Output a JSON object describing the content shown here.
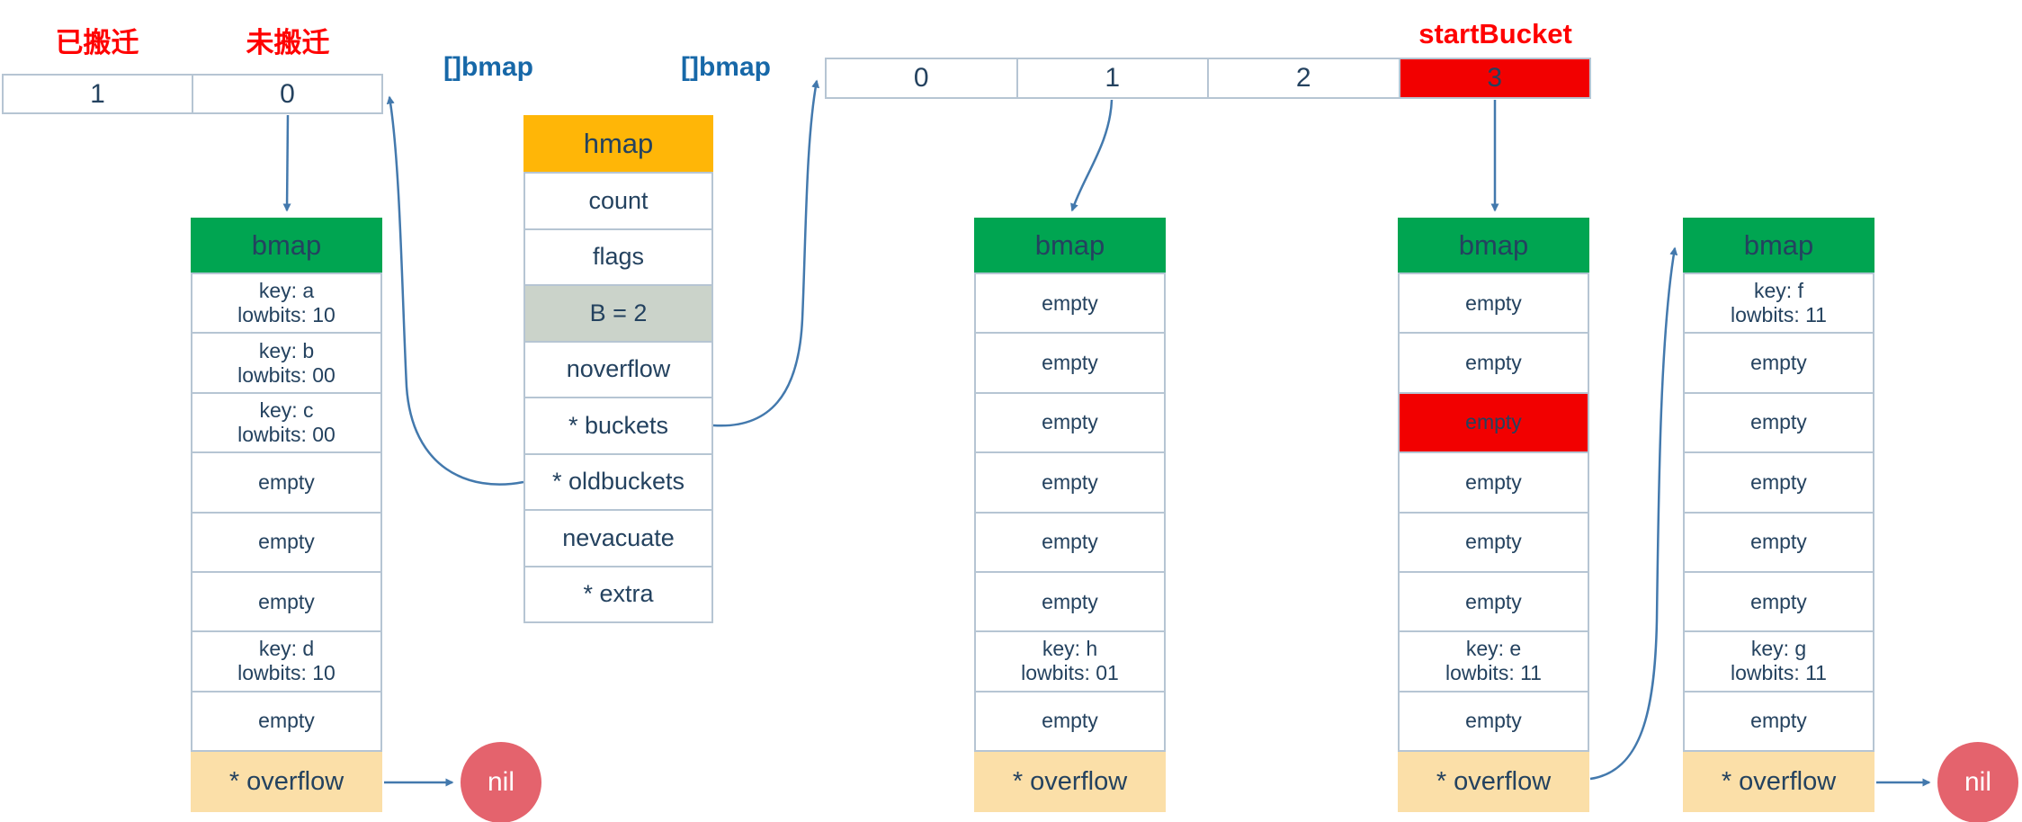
{
  "colors": {
    "ink": "#24425F",
    "line": "#B6C5D3",
    "green": "#00A551",
    "orange": "#FFB607",
    "red": "#FF0000",
    "red_cell": "#F20000",
    "peach": "#FBDFA8",
    "muted": "#CBD3CA",
    "blue": "#1768A8",
    "arrow": "#4379AD",
    "nil_bg": "#E4636D"
  },
  "old_array": {
    "labels": {
      "migrated": "已搬迁",
      "not_migrated": "未搬迁"
    },
    "cells": [
      {
        "lines": [
          "1"
        ]
      },
      {
        "lines": [
          "0"
        ]
      }
    ]
  },
  "new_array": {
    "label": "startBucket",
    "cells": [
      {
        "lines": [
          "0"
        ]
      },
      {
        "lines": [
          "1"
        ]
      },
      {
        "lines": [
          "2"
        ]
      },
      {
        "lines": [
          "3"
        ],
        "variant": "red"
      }
    ]
  },
  "pointer_labels": {
    "left": "[]bmap",
    "right": "[]bmap"
  },
  "hmap": {
    "title": "hmap",
    "rows": [
      {
        "lines": [
          "count"
        ]
      },
      {
        "lines": [
          "flags"
        ]
      },
      {
        "lines": [
          "B = 2"
        ],
        "variant": "muted"
      },
      {
        "lines": [
          "noverflow"
        ]
      },
      {
        "lines": [
          "* buckets"
        ]
      },
      {
        "lines": [
          "* oldbuckets"
        ]
      },
      {
        "lines": [
          "nevacuate"
        ]
      },
      {
        "lines": [
          "* extra"
        ]
      }
    ]
  },
  "bmaps": [
    {
      "title": "bmap",
      "overflow": "* overflow",
      "slots": [
        {
          "lines": [
            "key: a",
            "lowbits: 10"
          ]
        },
        {
          "lines": [
            "key: b",
            "lowbits: 00"
          ]
        },
        {
          "lines": [
            "key: c",
            "lowbits: 00"
          ]
        },
        {
          "lines": [
            "empty"
          ]
        },
        {
          "lines": [
            "empty"
          ]
        },
        {
          "lines": [
            "empty"
          ]
        },
        {
          "lines": [
            "key: d",
            "lowbits: 10"
          ]
        },
        {
          "lines": [
            "empty"
          ]
        }
      ]
    },
    {
      "title": "bmap",
      "overflow": "* overflow",
      "slots": [
        {
          "lines": [
            "empty"
          ]
        },
        {
          "lines": [
            "empty"
          ]
        },
        {
          "lines": [
            "empty"
          ]
        },
        {
          "lines": [
            "empty"
          ]
        },
        {
          "lines": [
            "empty"
          ]
        },
        {
          "lines": [
            "empty"
          ]
        },
        {
          "lines": [
            "key: h",
            "lowbits: 01"
          ]
        },
        {
          "lines": [
            "empty"
          ]
        }
      ]
    },
    {
      "title": "bmap",
      "overflow": "* overflow",
      "slots": [
        {
          "lines": [
            "empty"
          ]
        },
        {
          "lines": [
            "empty"
          ]
        },
        {
          "lines": [
            "empty"
          ],
          "variant": "red"
        },
        {
          "lines": [
            "empty"
          ]
        },
        {
          "lines": [
            "empty"
          ]
        },
        {
          "lines": [
            "empty"
          ]
        },
        {
          "lines": [
            "key: e",
            "lowbits: 11"
          ]
        },
        {
          "lines": [
            "empty"
          ]
        }
      ]
    },
    {
      "title": "bmap",
      "overflow": "* overflow",
      "slots": [
        {
          "lines": [
            "key: f",
            "lowbits: 11"
          ]
        },
        {
          "lines": [
            "empty"
          ]
        },
        {
          "lines": [
            "empty"
          ]
        },
        {
          "lines": [
            "empty"
          ]
        },
        {
          "lines": [
            "empty"
          ]
        },
        {
          "lines": [
            "empty"
          ]
        },
        {
          "lines": [
            "key: g",
            "lowbits: 11"
          ]
        },
        {
          "lines": [
            "empty"
          ]
        }
      ]
    }
  ],
  "nil_nodes": {
    "left": "nil",
    "right": "nil"
  }
}
